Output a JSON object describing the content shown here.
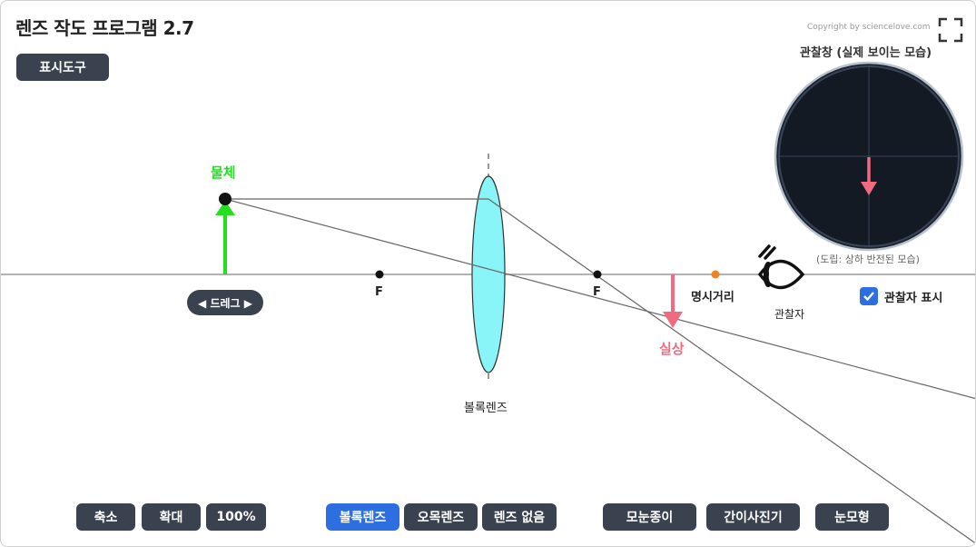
{
  "app": {
    "title": "렌즈 작도 프로그램 2.7",
    "copyright": "Copyright by sciencelove.com"
  },
  "toolbar": {
    "tools_label": "표시도구"
  },
  "observer_window": {
    "title": "관찰창 (실제 보이는 모습)",
    "caption": "(도립: 상하 반전된 모습)"
  },
  "diagram": {
    "object_label": "물체",
    "drag_label": "◀ 드레그 ▶",
    "focal_left_label": "F",
    "focal_right_label": "F",
    "lens_label": "볼록렌즈",
    "image_label": "실상",
    "near_point_label": "명시거리",
    "observer_label": "관찰자"
  },
  "observer_toggle": {
    "label": "관찰자 표시",
    "checked": true
  },
  "zoom_buttons": {
    "zoom_out": "축소",
    "zoom_in": "확대",
    "reset": "100%"
  },
  "lens_buttons": {
    "convex": "볼록렌즈",
    "concave": "오목렌즈",
    "none": "렌즈 없음",
    "active": "convex"
  },
  "device_buttons": {
    "graph_paper": "모눈종이",
    "pinhole_camera": "간이사진기",
    "eye_model": "눈모형"
  },
  "colors": {
    "button_bg": "#3a4250",
    "button_active": "#2d6fe0",
    "object": "#22e01e",
    "image": "#f06a80",
    "lens_fill": "#8af5f8",
    "near_point": "#f08020"
  }
}
